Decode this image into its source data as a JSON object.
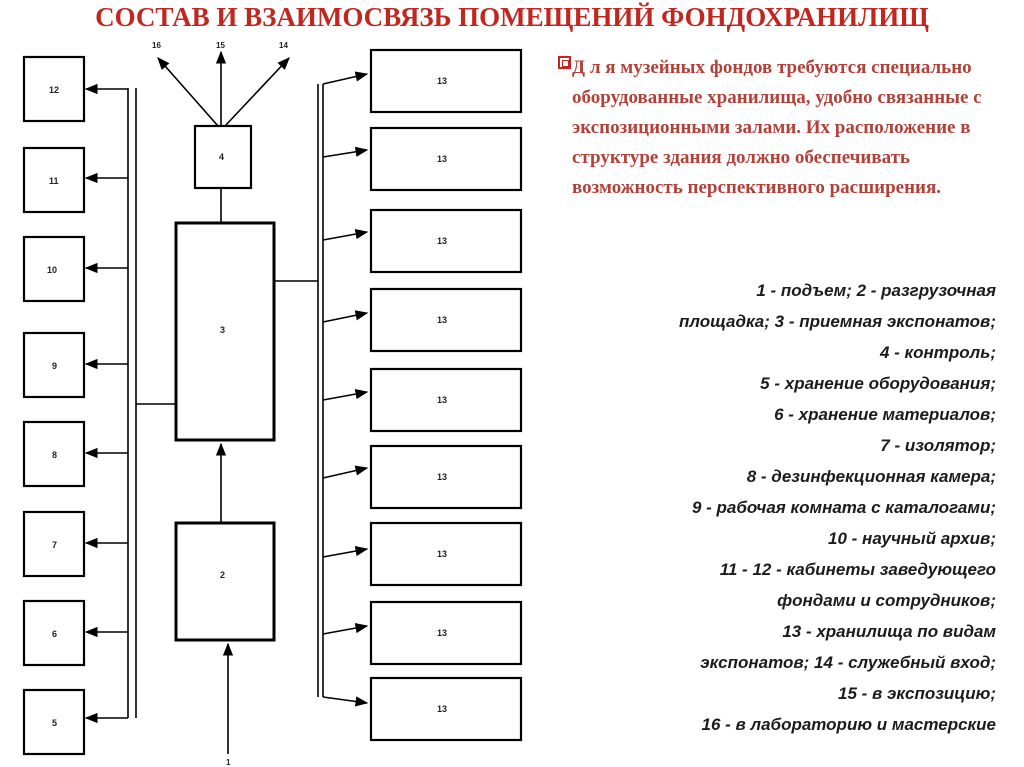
{
  "title": "СОСТАВ И ВЗАИМОСВЯЗЬ ПОМЕЩЕНИЙ ФОНДОХРАНИЛИЩ",
  "intro": "Д л я музейных фондов требуются специально оборудованные хранилища, удобно связанные с экспозиционными залами. Их расположение в структуре здания должно обеспечивать возможность перспективного расширения.",
  "legend": [
    "1 - подъем; 2 - разгрузочная",
    "площадка; 3 - приемная экспонатов;",
    "4 - контроль;",
    "5 - хранение оборудования;",
    "6 - хранение материалов;",
    "7 - изолятор;",
    "8 - дезинфекционная камера;",
    "9 - рабочая комната с каталогами;",
    "10 - научный архив;",
    "11 - 12 - кабинеты заведующего",
    "фондами и сотрудников;",
    "13 - хранилища по видам",
    "экспонатов; 14 - служебный вход;",
    "15 - в экспозицию;",
    "16 - в лабораторию и мастерские"
  ],
  "diagram": {
    "left_boxes": [
      "12",
      "11",
      "10",
      "9",
      "8",
      "7",
      "6",
      "5"
    ],
    "right_boxes": [
      "13",
      "13",
      "13",
      "13",
      "13",
      "13",
      "13",
      "13",
      "13"
    ],
    "center": {
      "box4": "4",
      "box3": "3",
      "box2": "2",
      "entry": "1"
    },
    "top_arrows": [
      "16",
      "15",
      "14"
    ]
  }
}
